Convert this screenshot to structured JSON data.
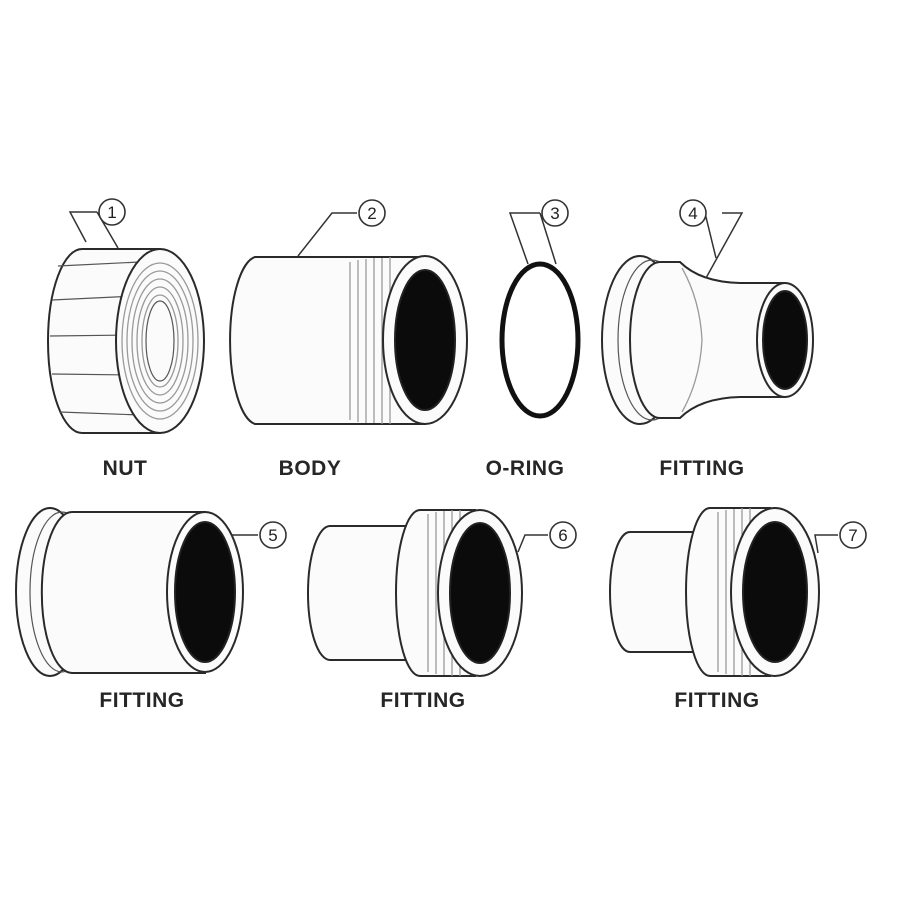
{
  "parts": [
    {
      "id": "nut",
      "number": "1",
      "label": "NUT"
    },
    {
      "id": "body",
      "number": "2",
      "label": "BODY"
    },
    {
      "id": "o-ring",
      "number": "3",
      "label": "O-RING"
    },
    {
      "id": "fitting-4",
      "number": "4",
      "label": "FITTING"
    },
    {
      "id": "fitting-5",
      "number": "5",
      "label": "FITTING"
    },
    {
      "id": "fitting-6",
      "number": "6",
      "label": "FITTING"
    },
    {
      "id": "fitting-7",
      "number": "7",
      "label": "FITTING"
    }
  ],
  "colors": {
    "outline": "#2a2a2a",
    "bore": "#0b0b0b",
    "background": "#ffffff"
  }
}
